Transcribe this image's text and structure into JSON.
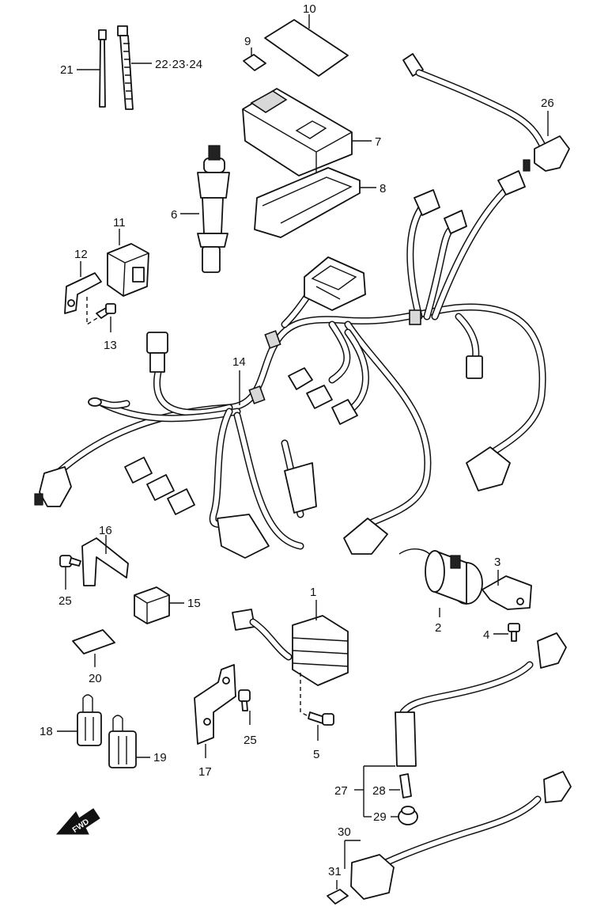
{
  "callouts": {
    "p1": "1",
    "p2": "2",
    "p3": "3",
    "p4": "4",
    "p5": "5",
    "p6": "6",
    "p7": "7",
    "p8": "8",
    "p9": "9",
    "p10": "10",
    "p11": "11",
    "p12": "12",
    "p13": "13",
    "p14": "14",
    "p15": "15",
    "p16": "16",
    "p17": "17",
    "p18": "18",
    "p19": "19",
    "p20": "20",
    "p21": "21",
    "p22_24": "22·23·24",
    "p25a": "25",
    "p25b": "25",
    "p26": "26",
    "p27": "27",
    "p28": "28",
    "p29": "29",
    "p30": "30",
    "p31": "31"
  },
  "fwd_arrow_label": "FWD"
}
